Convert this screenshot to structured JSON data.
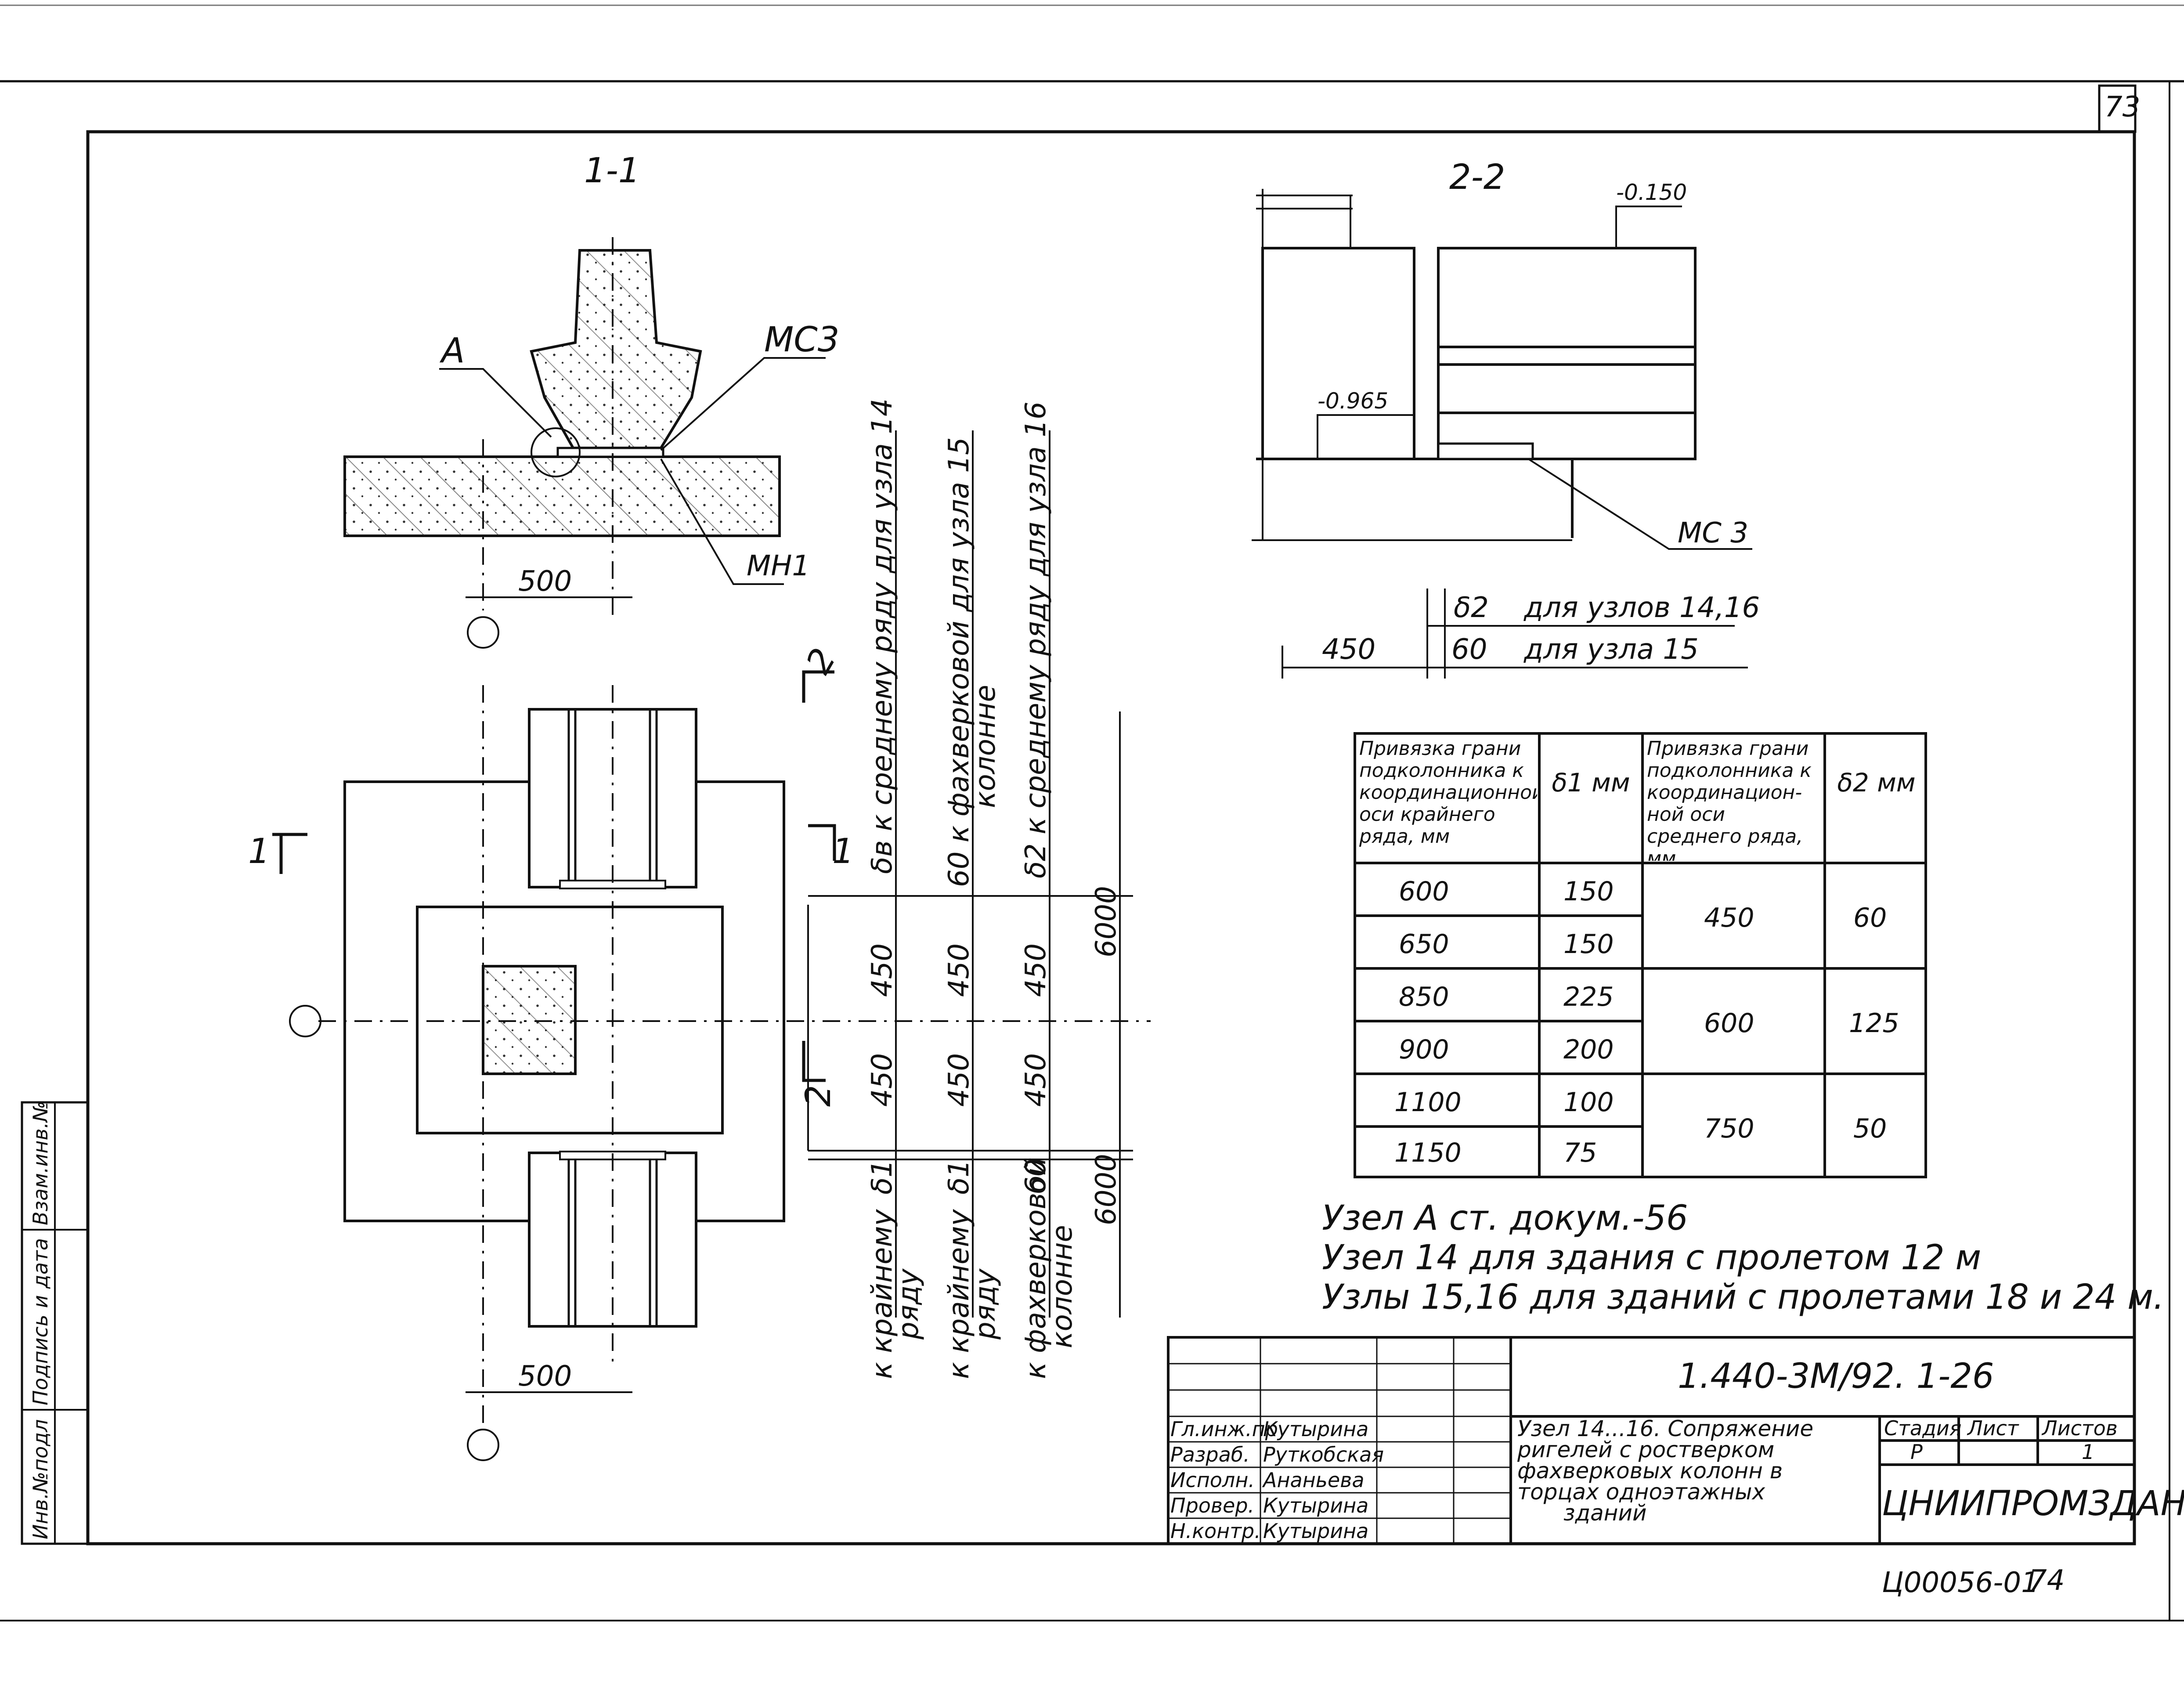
{
  "sheet": {
    "page_number": "73",
    "page_number_bottom": "74",
    "archive_code": "Ц00056-01"
  },
  "section_11": {
    "title": "1-1",
    "label_a": "А",
    "label_mc3": "МС3",
    "label_mn1": "МН1",
    "dim_500": "500"
  },
  "section_22": {
    "title": "2-2",
    "level_top": "-0.150",
    "level_bottom": "-0.965",
    "label_mc3": "МС 3",
    "dim_450": "450",
    "dim_60": "60",
    "delta2": "δ2",
    "note_delta2": "для узлов 14,16",
    "note_60": "для узла 15"
  },
  "plan": {
    "cut_1_left": "1",
    "cut_1_right": "1",
    "cut_2_top": "2",
    "cut_2_bottom": "2",
    "dim_500": "500",
    "col1_top": "δв к среднему ряду для узла 14",
    "col2_top": "60 к фахверковой для узла 15",
    "col2_top_b": "колонне",
    "col3_top": "δ2 к среднему ряду для узла 16",
    "col1_bottom_a": "к крайнему",
    "col1_bottom_b": "ряду",
    "col2_bottom_a": "к крайнему",
    "col2_bottom_b": "ряду",
    "col3_bottom_a": "к фахверковой",
    "col3_bottom_b": "колонне",
    "dim_450": "450",
    "dim_6000": "6000",
    "delta1": "δ1",
    "dim_60": "60"
  },
  "table": {
    "headers": [
      "Привязка грани подколонника к координационной оси крайнего ряда, мм",
      "δ1 мм",
      "Привязка грани подколонника к координацион-ной оси среднего ряда, мм",
      "δ2 мм"
    ],
    "rows": [
      [
        "600",
        "150"
      ],
      [
        "650",
        "150"
      ],
      [
        "850",
        "225"
      ],
      [
        "900",
        "200"
      ],
      [
        "1100",
        "100"
      ],
      [
        "1150",
        "75"
      ]
    ],
    "merged": [
      {
        "mid": "450",
        "d2": "60"
      },
      {
        "mid": "600",
        "d2": "125"
      },
      {
        "mid": "750",
        "d2": "50"
      }
    ]
  },
  "notes": [
    "Узел А ст. докум.-56",
    "Узел 14 для здания с пролетом 12 м",
    "Узлы 15,16 для зданий с пролетами 18 и 24 м."
  ],
  "title_block": {
    "doc_code": "1.440-3М/92. 1-26",
    "roles": [
      "Гл.инж.пр",
      "Разраб.",
      "Исполн.",
      "Провер.",
      "Н.контр."
    ],
    "names": [
      "Кутырина",
      "Руткобская",
      "Ананьева",
      "Кутырина",
      "Кутырина"
    ],
    "title_lines": [
      "Узел 14...16. Сопряжение",
      "ригелей с ростверком",
      "фахверковых колонн в",
      "торцах одноэтажных",
      "зданий"
    ],
    "stage_label": "Стадия",
    "sheet_label": "Лист",
    "sheets_label": "Листов",
    "stage": "Р",
    "sheets": "1",
    "org": "ЦНИИПРОМЗДАНИЙ"
  },
  "side_stamp": [
    "Инв.№подл",
    "Подпись и дата",
    "Взам.инв.№"
  ]
}
